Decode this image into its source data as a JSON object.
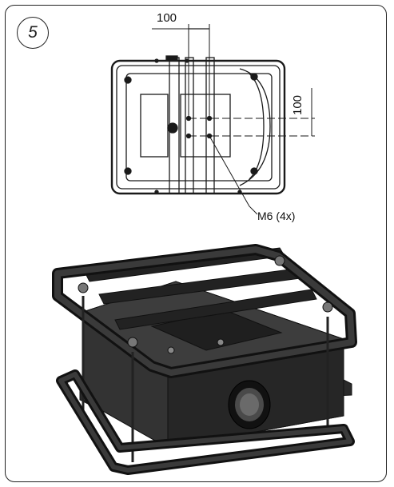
{
  "step": {
    "number": "5"
  },
  "top_view": {
    "dimension_horizontal": "100",
    "dimension_vertical": "100",
    "bolt_callout": "M6 (4x)"
  },
  "colors": {
    "line": "#1a1a1a",
    "body_dark": "#262626",
    "body_mid": "#3a3a3a",
    "body_light": "#555555"
  }
}
